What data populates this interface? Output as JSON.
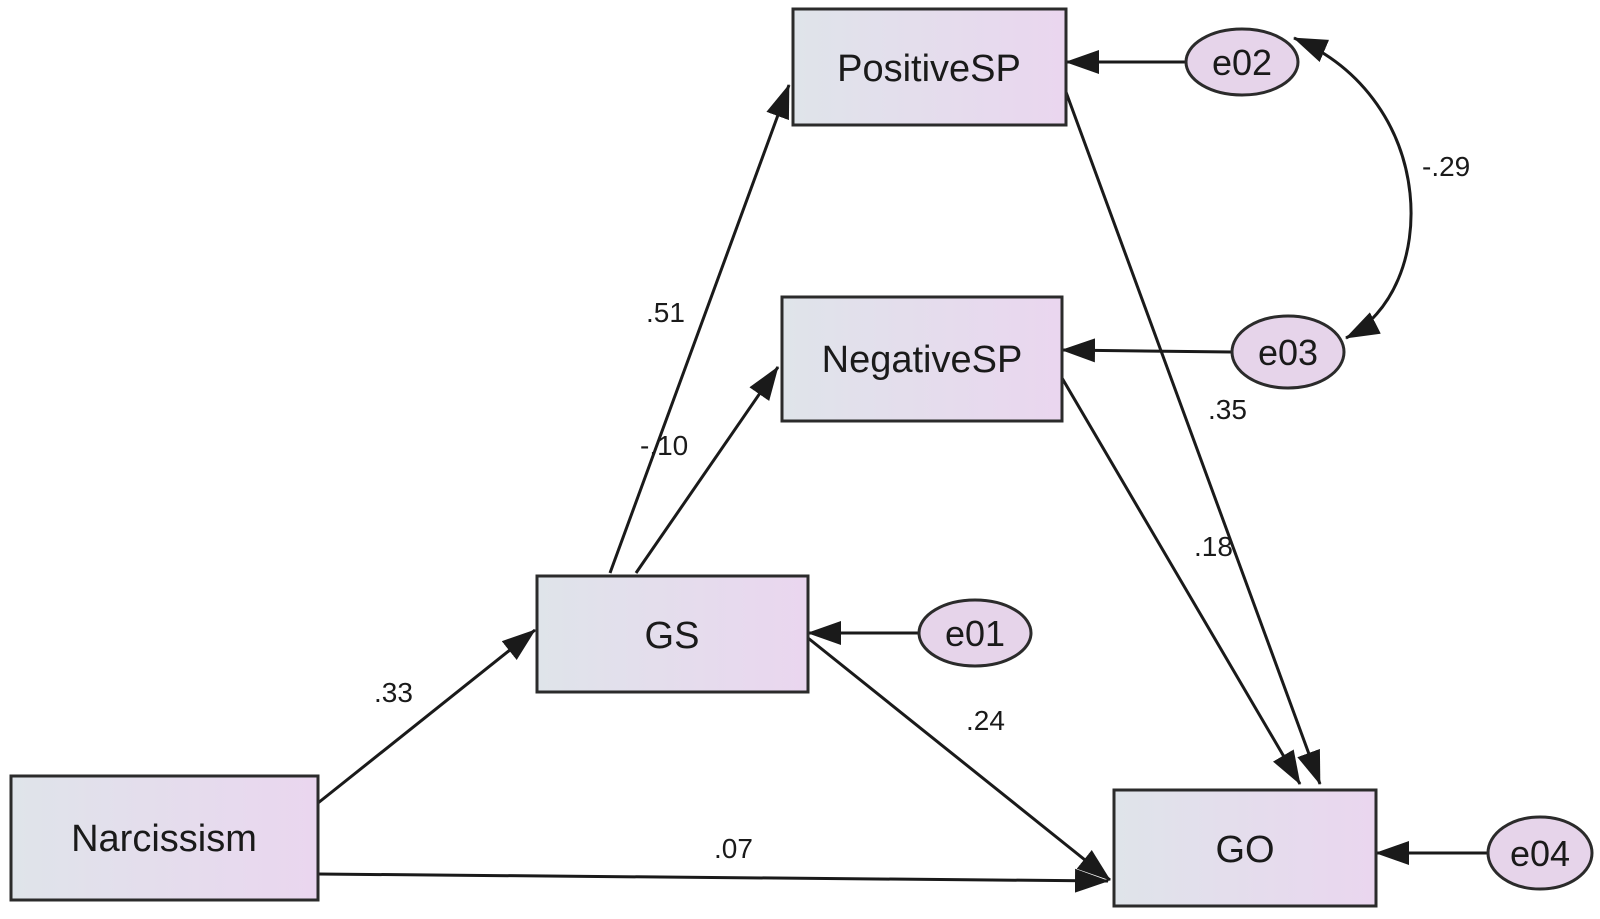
{
  "nodes": {
    "positive_sp": {
      "label": "PositiveSP"
    },
    "negative_sp": {
      "label": "NegativeSP"
    },
    "gs": {
      "label": "GS"
    },
    "narcissism": {
      "label": "Narcissism"
    },
    "go": {
      "label": "GO"
    }
  },
  "errors": {
    "e01": {
      "label": "e01"
    },
    "e02": {
      "label": "e02"
    },
    "e03": {
      "label": "e03"
    },
    "e04": {
      "label": "e04"
    }
  },
  "paths": {
    "narc_gs": {
      "label": ".33"
    },
    "narc_go": {
      "label": ".07"
    },
    "gs_pos": {
      "label": ".51"
    },
    "gs_neg": {
      "label": "-.10"
    },
    "gs_go": {
      "label": ".24"
    },
    "pos_go": {
      "label": ".35"
    },
    "neg_go": {
      "label": ".18"
    },
    "e02_e03_cov": {
      "label": "-.29"
    }
  },
  "colors": {
    "box_left": "#dfe4ea",
    "box_right": "#ead6ef",
    "error_fill": "#e6d4ea",
    "line": "#1a1a1a"
  }
}
